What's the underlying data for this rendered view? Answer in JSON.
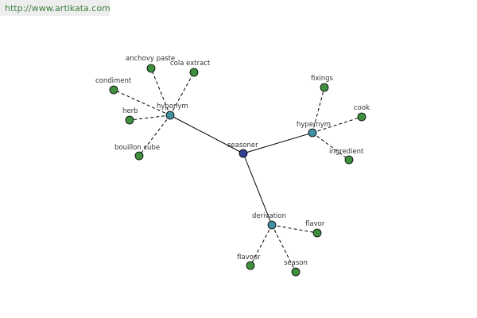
{
  "header": {
    "url": "http://www.artikata.com"
  },
  "colors": {
    "root": "#2f3f8f",
    "relation": "#3f8f9f",
    "leaf": "#3f8f3f"
  },
  "graph": {
    "root": {
      "id": "seasoner",
      "label": "seasoner"
    },
    "relations": [
      {
        "id": "hyponym",
        "label": "hyponym",
        "children": [
          "anchovy paste",
          "cola extract",
          "condiment",
          "herb",
          "bouillon cube"
        ]
      },
      {
        "id": "hypernym",
        "label": "hypernym",
        "children": [
          "fixings",
          "cook",
          "ingredient"
        ]
      },
      {
        "id": "derivation",
        "label": "derivation",
        "children": [
          "flavor",
          "flavour",
          "season"
        ]
      }
    ]
  }
}
